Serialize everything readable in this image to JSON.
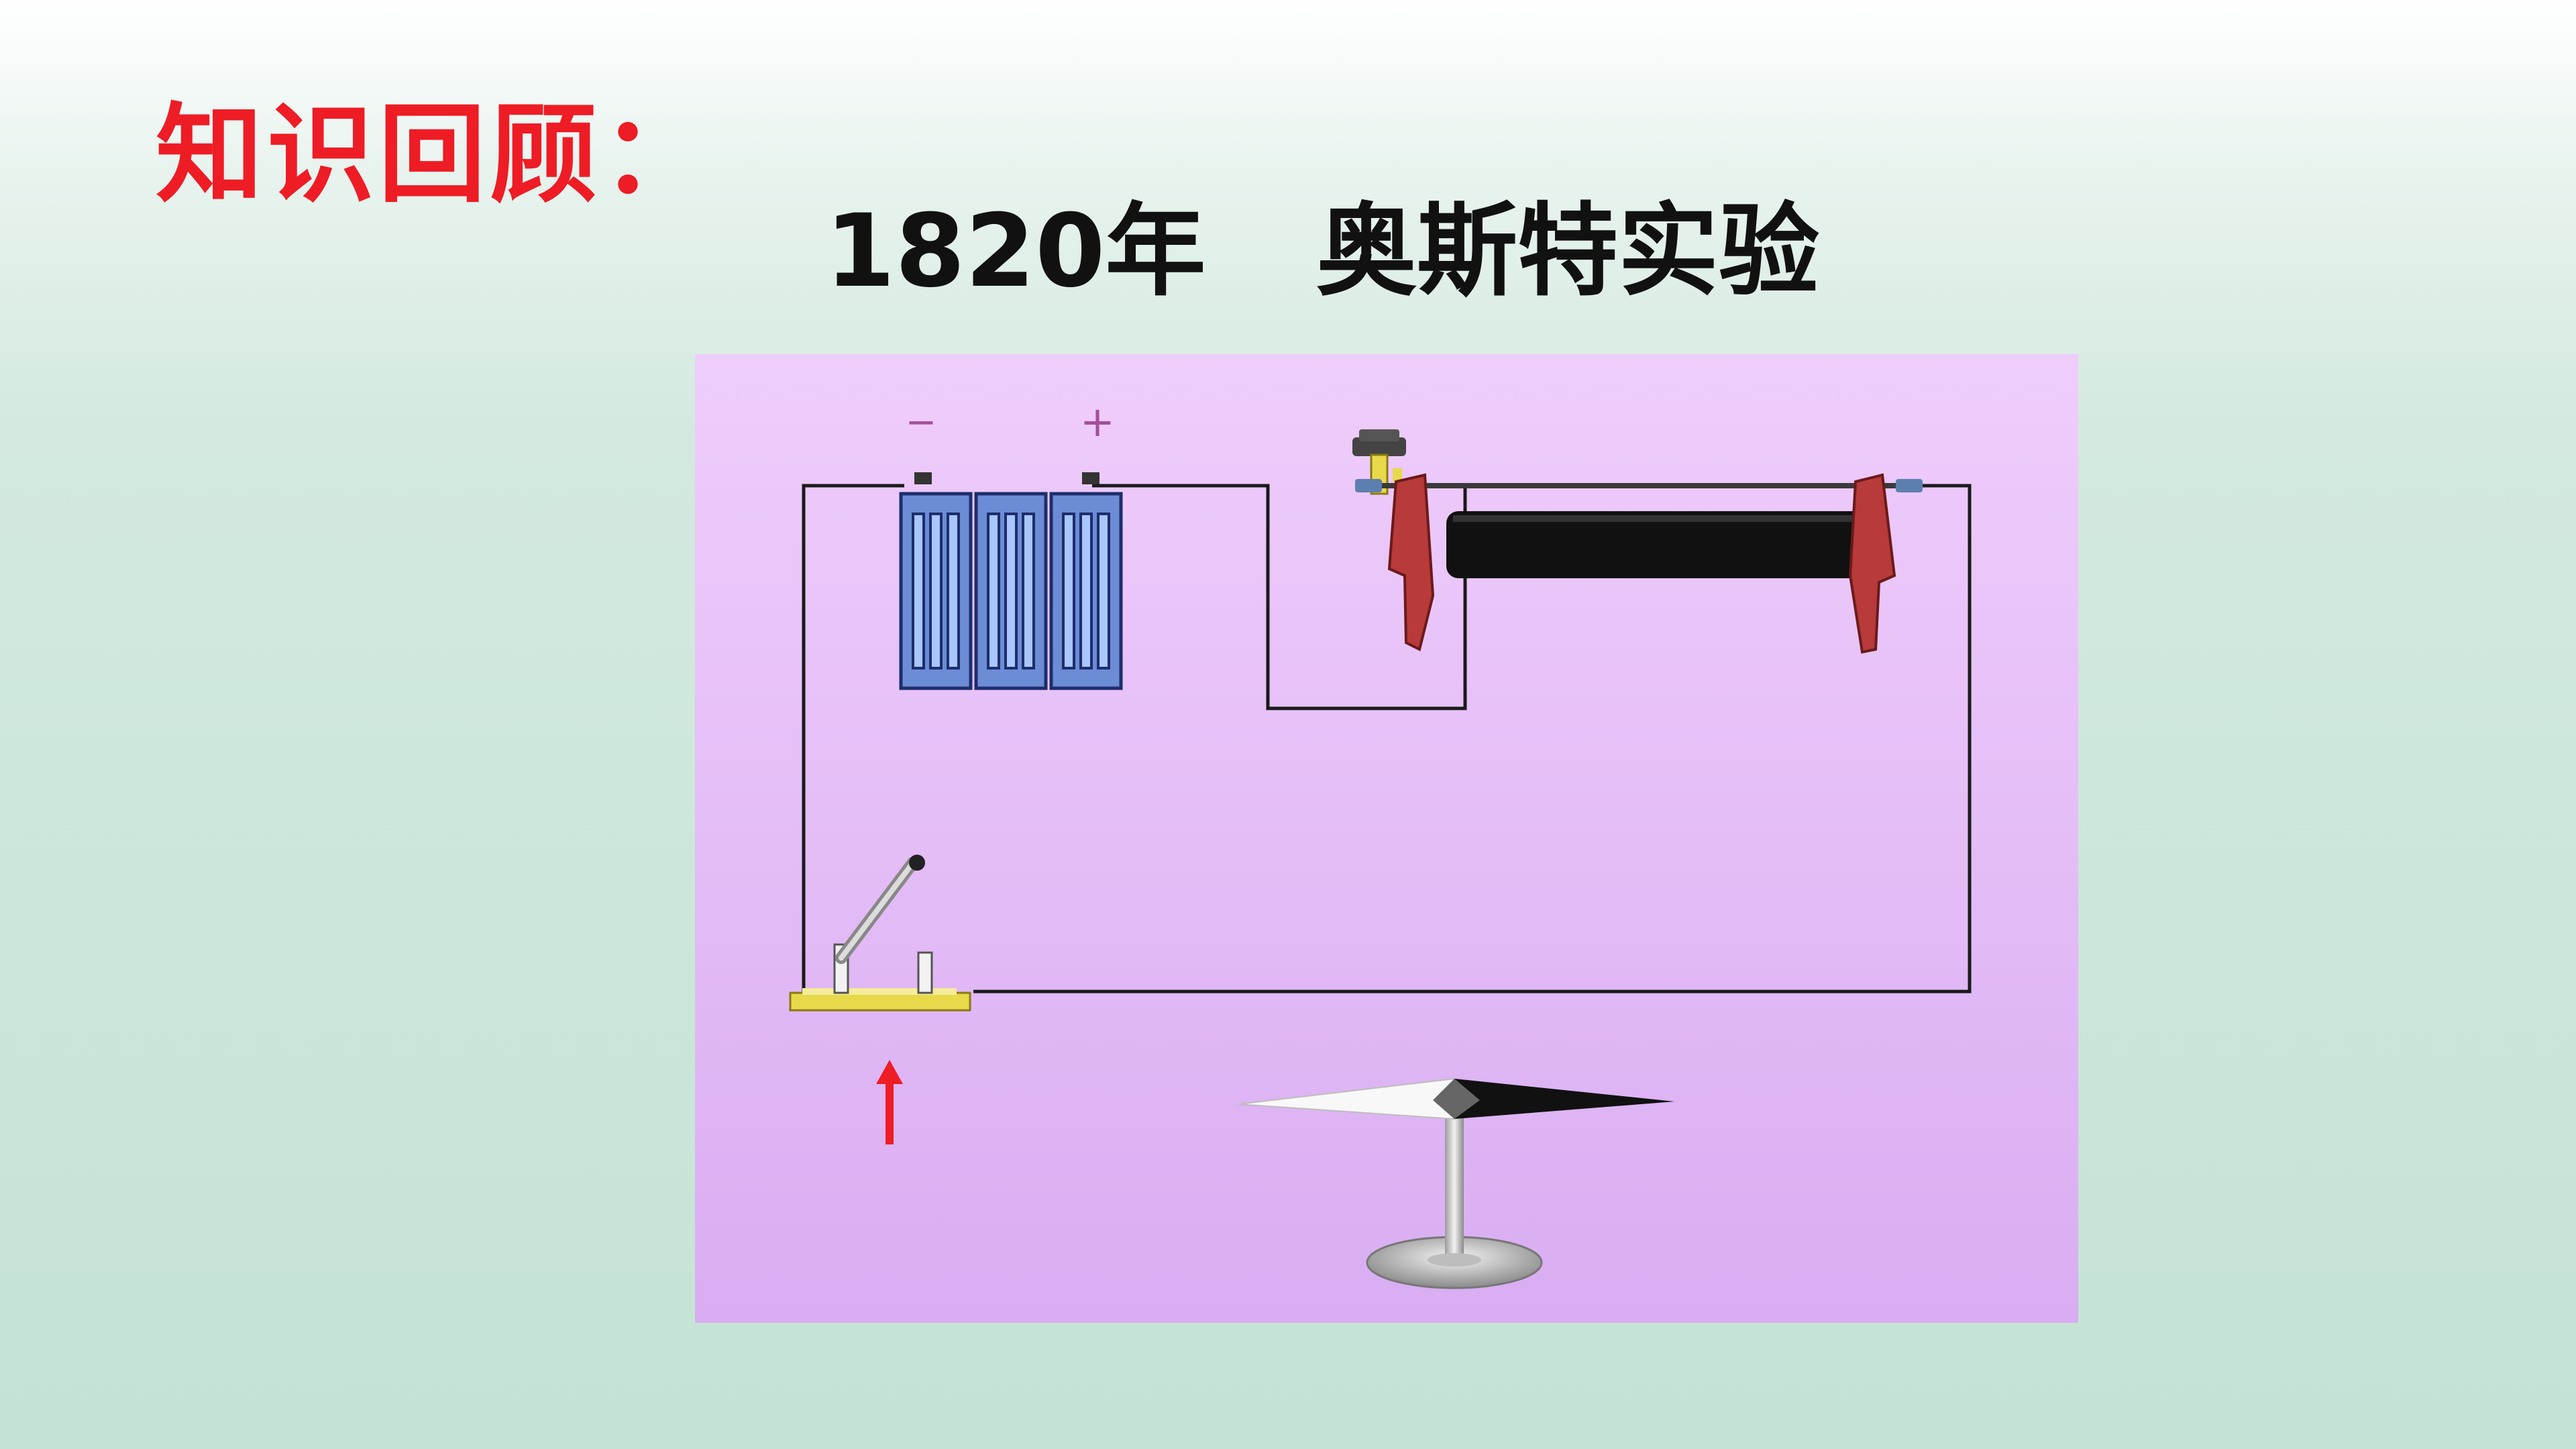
{
  "heading": "知识回顾：",
  "title": {
    "year": "1820年",
    "name": "奥斯特实验"
  },
  "figure": {
    "battery": {
      "negative_label": "−",
      "positive_label": "+"
    },
    "current_arrow_color": "#ee1c25",
    "colors": {
      "panel": "#dcb2f4",
      "battery": "#6c8cd6",
      "rheostat": "#111111",
      "clamp": "#b83a3a",
      "switch_base": "#e8d94a",
      "heading": "#ee1c25"
    }
  }
}
